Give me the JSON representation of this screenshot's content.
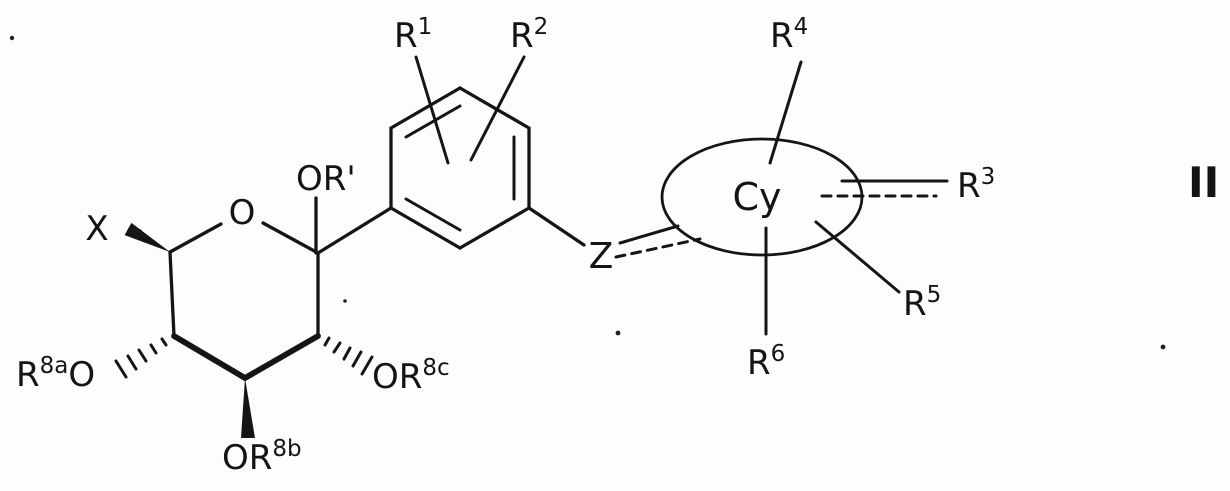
{
  "figure": {
    "formula_number": "II"
  },
  "labels": {
    "X": "X",
    "ringO": "O",
    "ORprime": "OR'",
    "Z": "Z",
    "Cy": "Cy",
    "R1": {
      "base": "R",
      "sup": "1"
    },
    "R2": {
      "base": "R",
      "sup": "2"
    },
    "R3": {
      "base": "R",
      "sup": "3"
    },
    "R4": {
      "base": "R",
      "sup": "4"
    },
    "R5": {
      "base": "R",
      "sup": "5"
    },
    "R6": {
      "base": "R",
      "sup": "6"
    },
    "R8aO": {
      "base": "R",
      "sup": "8a",
      "suffix": "O"
    },
    "OR8b": {
      "base": "OR",
      "sup": "8b"
    },
    "OR8c": {
      "base": "OR",
      "sup": "8c"
    }
  }
}
